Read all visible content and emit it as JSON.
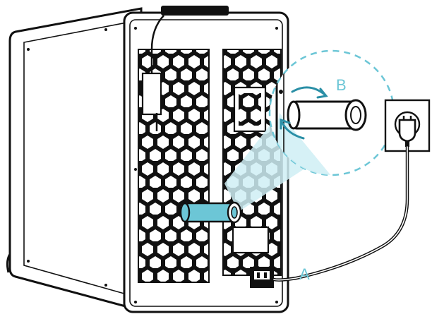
{
  "labels": {
    "label_a": "A",
    "label_b": "B"
  },
  "colors": {
    "line": "#111111",
    "accent": "#6cc6d6",
    "accent_dark": "#2a8fa6",
    "highlight": "#cfeff4",
    "background": "#ffffff"
  },
  "icons": {
    "printer": "printer-rear-view",
    "spool_holder": "spool-holder-rod",
    "rotate_arrows": "rotate-arrows-icon",
    "wall_socket": "wall-socket-icon",
    "plug": "power-plug-icon",
    "power_port": "power-port-icon"
  }
}
